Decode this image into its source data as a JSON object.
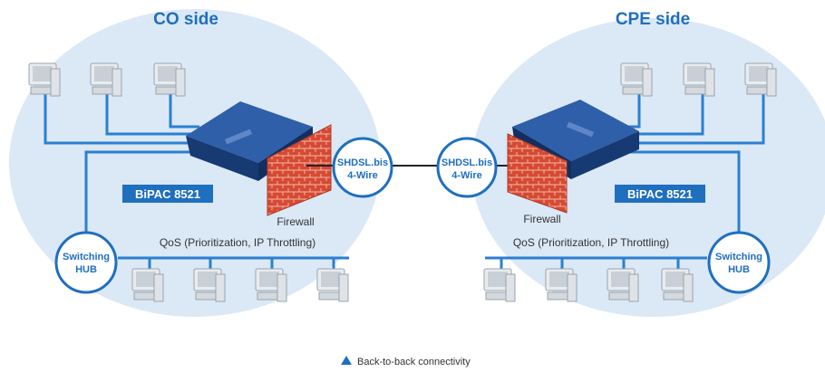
{
  "co_side": {
    "title": "CO side",
    "router_label": "BiPAC 8521",
    "firewall_label": "Firewall",
    "link_label_line1": "SHDSL.bis",
    "link_label_line2": "4-Wire",
    "qos_label": "QoS (Prioritization, IP Throttling)",
    "hub_label_line1": "Switching",
    "hub_label_line2": "HUB"
  },
  "cpe_side": {
    "title": "CPE side",
    "router_label": "BiPAC 8521",
    "firewall_label": "Firewall",
    "link_label_line1": "SHDSL.bis",
    "link_label_line2": "4-Wire",
    "qos_label": "QoS (Prioritization, IP Throttling)",
    "hub_label_line1": "Switching",
    "hub_label_line2": "HUB"
  },
  "caption": "Back-to-back connectivity",
  "colors": {
    "accent": "#1f6fbf",
    "cloud": "#dbe8f6",
    "router": "#1d3f7a",
    "firewall": "#d64a32",
    "line": "#2a80d0"
  }
}
